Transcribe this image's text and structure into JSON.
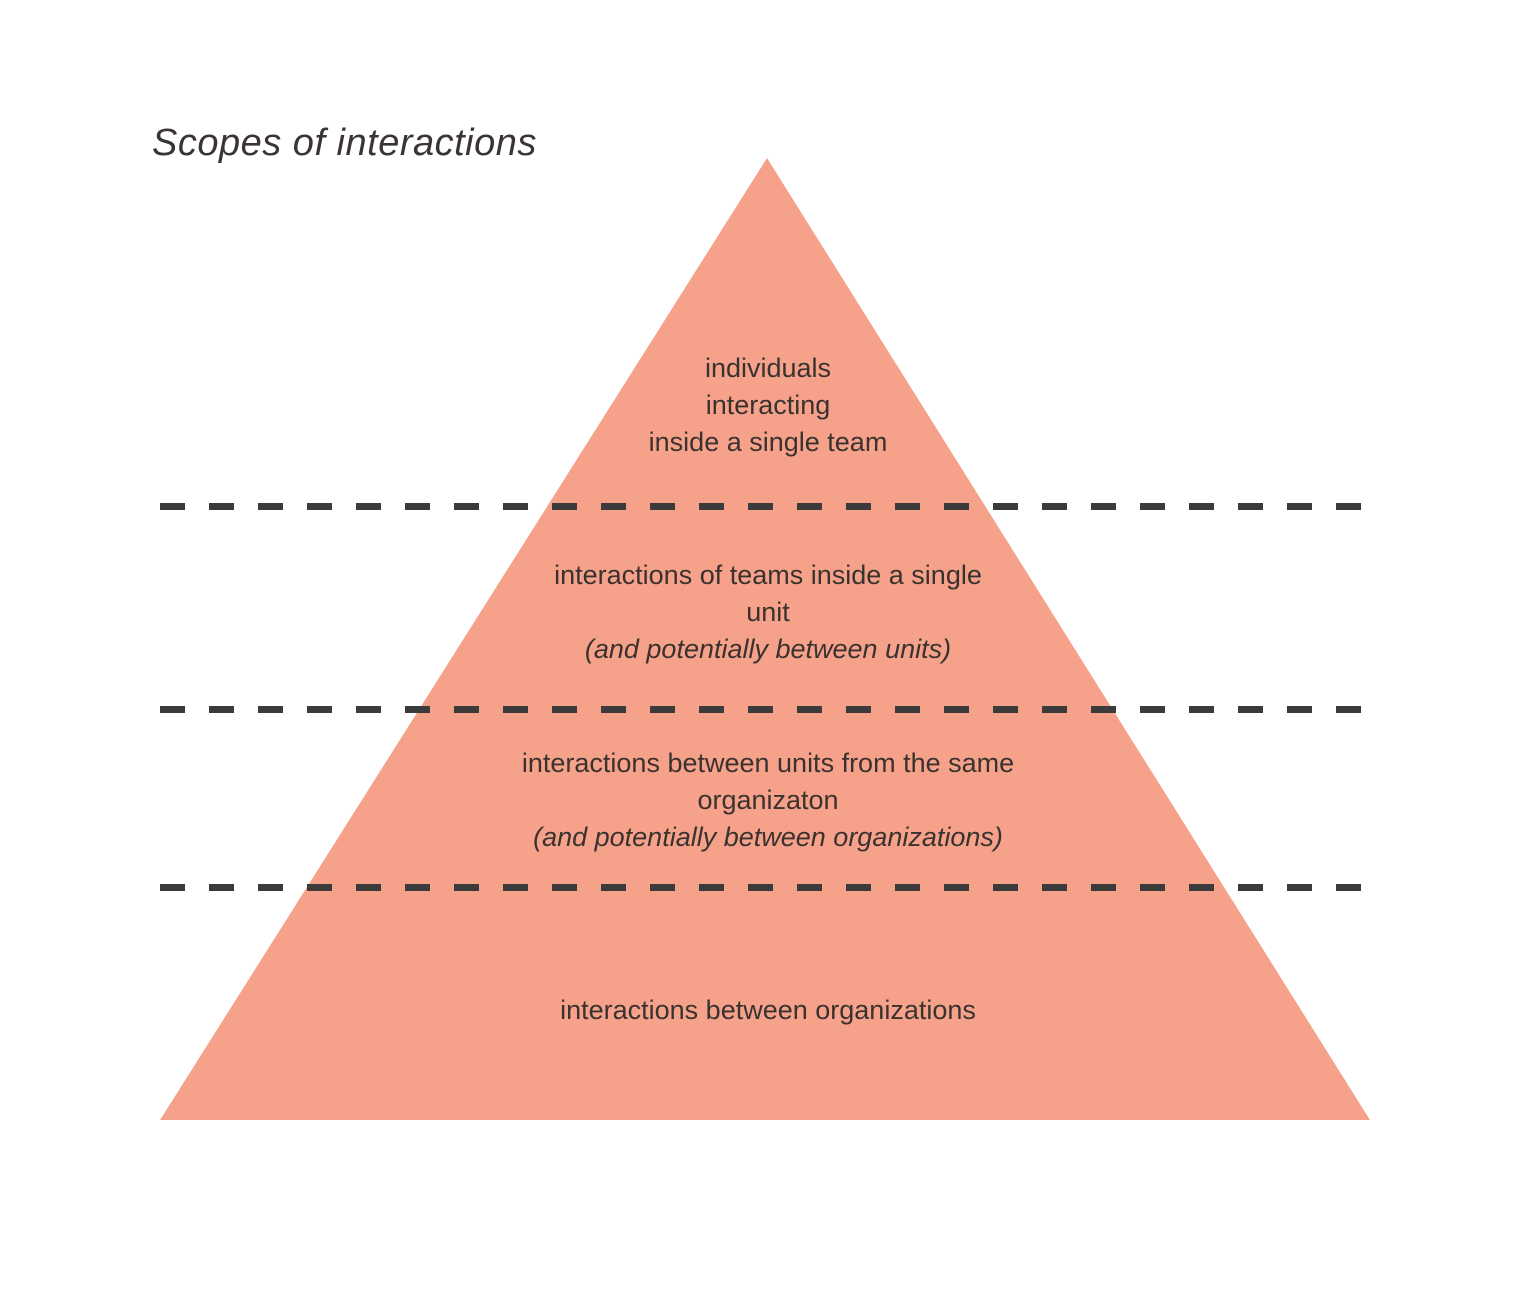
{
  "title": "Scopes of interactions",
  "colors": {
    "triangle_fill": "#F6A28B",
    "text": "#3A322F",
    "divider": "#3B3B3B",
    "background": "#FFFFFF"
  },
  "pyramid": {
    "levels": [
      {
        "lines": [
          "individuals",
          "interacting",
          "inside a single team"
        ]
      },
      {
        "lines": [
          "interactions of teams inside a single",
          "unit"
        ],
        "note": "(and potentially between units)"
      },
      {
        "lines": [
          "interactions between units from the same",
          "organizaton"
        ],
        "note": "(and potentially between organizations)"
      },
      {
        "lines": [
          "interactions between organizations"
        ]
      }
    ]
  }
}
